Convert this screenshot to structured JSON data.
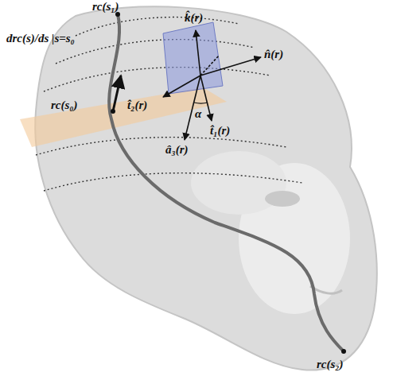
{
  "diagram": {
    "labels": [
      "rc(s₁)",
      "drc(s)/ds |s=s₀",
      "rc(s₀)",
      "k̂(r)",
      "n̂(r)",
      "t̂₂(r)",
      "t̂₁(r)",
      "â₃(r)",
      "α",
      "rc(s₂)"
    ]
  }
}
